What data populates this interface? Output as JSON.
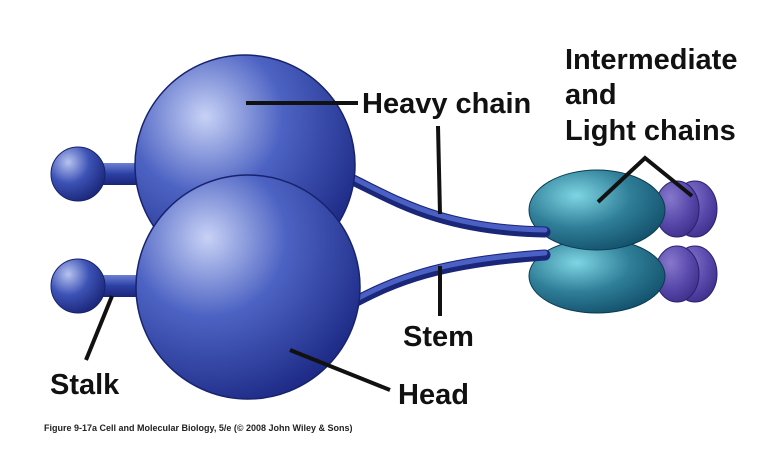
{
  "labels": {
    "intermediate_line1": "Intermediate",
    "intermediate_line2": "and",
    "intermediate_line3": "Light chains",
    "heavy_chain": "Heavy chain",
    "stem": "Stem",
    "stalk": "Stalk",
    "head": "Head"
  },
  "caption": "Figure 9-17a  Cell and Molecular Biology, 5/e (© 2008 John Wiley & Sons)",
  "colors": {
    "head_light": "#c8d2f6",
    "head_mid": "#4d63c3",
    "head_dark": "#1d2a86",
    "stem_blue": "#2a3ea6",
    "teal_light": "#7ed5e2",
    "teal_dark": "#0e4863",
    "purple_light": "#8778cc",
    "purple_dark": "#3b2d88",
    "leader_line": "#111111"
  }
}
